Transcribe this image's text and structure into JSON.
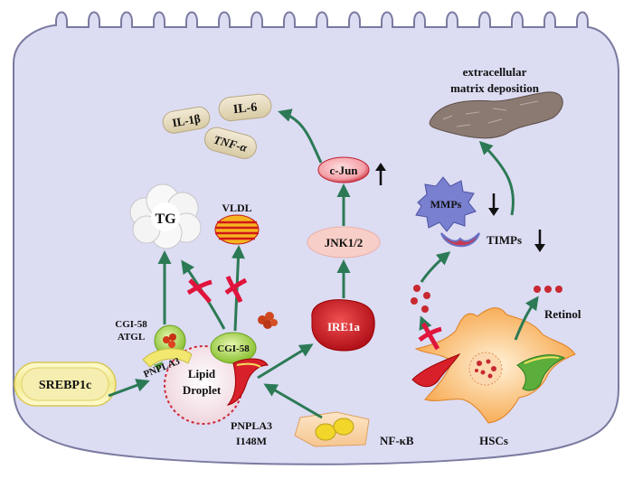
{
  "labels": {
    "ecm": [
      "extracellular",
      "matrix deposition"
    ],
    "il1b": "IL-1β",
    "il6": "IL-6",
    "tnfa": "TNF-α",
    "cjun": "c-Jun",
    "jnk": "JNK1/2",
    "ire1a": "IRE1a",
    "tg": "TG",
    "vldl": "VLDL",
    "cgi58_atgl": [
      "CGI-58",
      "ATGL"
    ],
    "pnpla3": "PNPLA3",
    "cgi58": "CGI-58",
    "lipid_droplet": [
      "Lipid",
      "Droplet"
    ],
    "pnpla3_i148m": [
      "PNPLA3",
      "I148M"
    ],
    "srebp1c": "SREBP1c",
    "nfkb": "NF-κB",
    "mmps": "MMPs",
    "timps": "TIMPs",
    "retinol": "Retinol",
    "hscs": "HSCs"
  },
  "indicators": {
    "cjun": "up",
    "mmps": "down",
    "timps": "down"
  },
  "colors": {
    "cell_fill": "#dcdcf3",
    "cell_stroke": "#7a7aa0",
    "arrow": "#2c7a55",
    "inhibit_cross": "#e0143c",
    "cytokine_fill": "#e6dcc0",
    "ire1a_fill": "#d8202a",
    "jnk_fill": "#f8cfc8",
    "srebp_fill": "#f5f0a0",
    "lipid_droplet_fill": "#f7e6ea",
    "hsc_fill": "#f8a030"
  }
}
